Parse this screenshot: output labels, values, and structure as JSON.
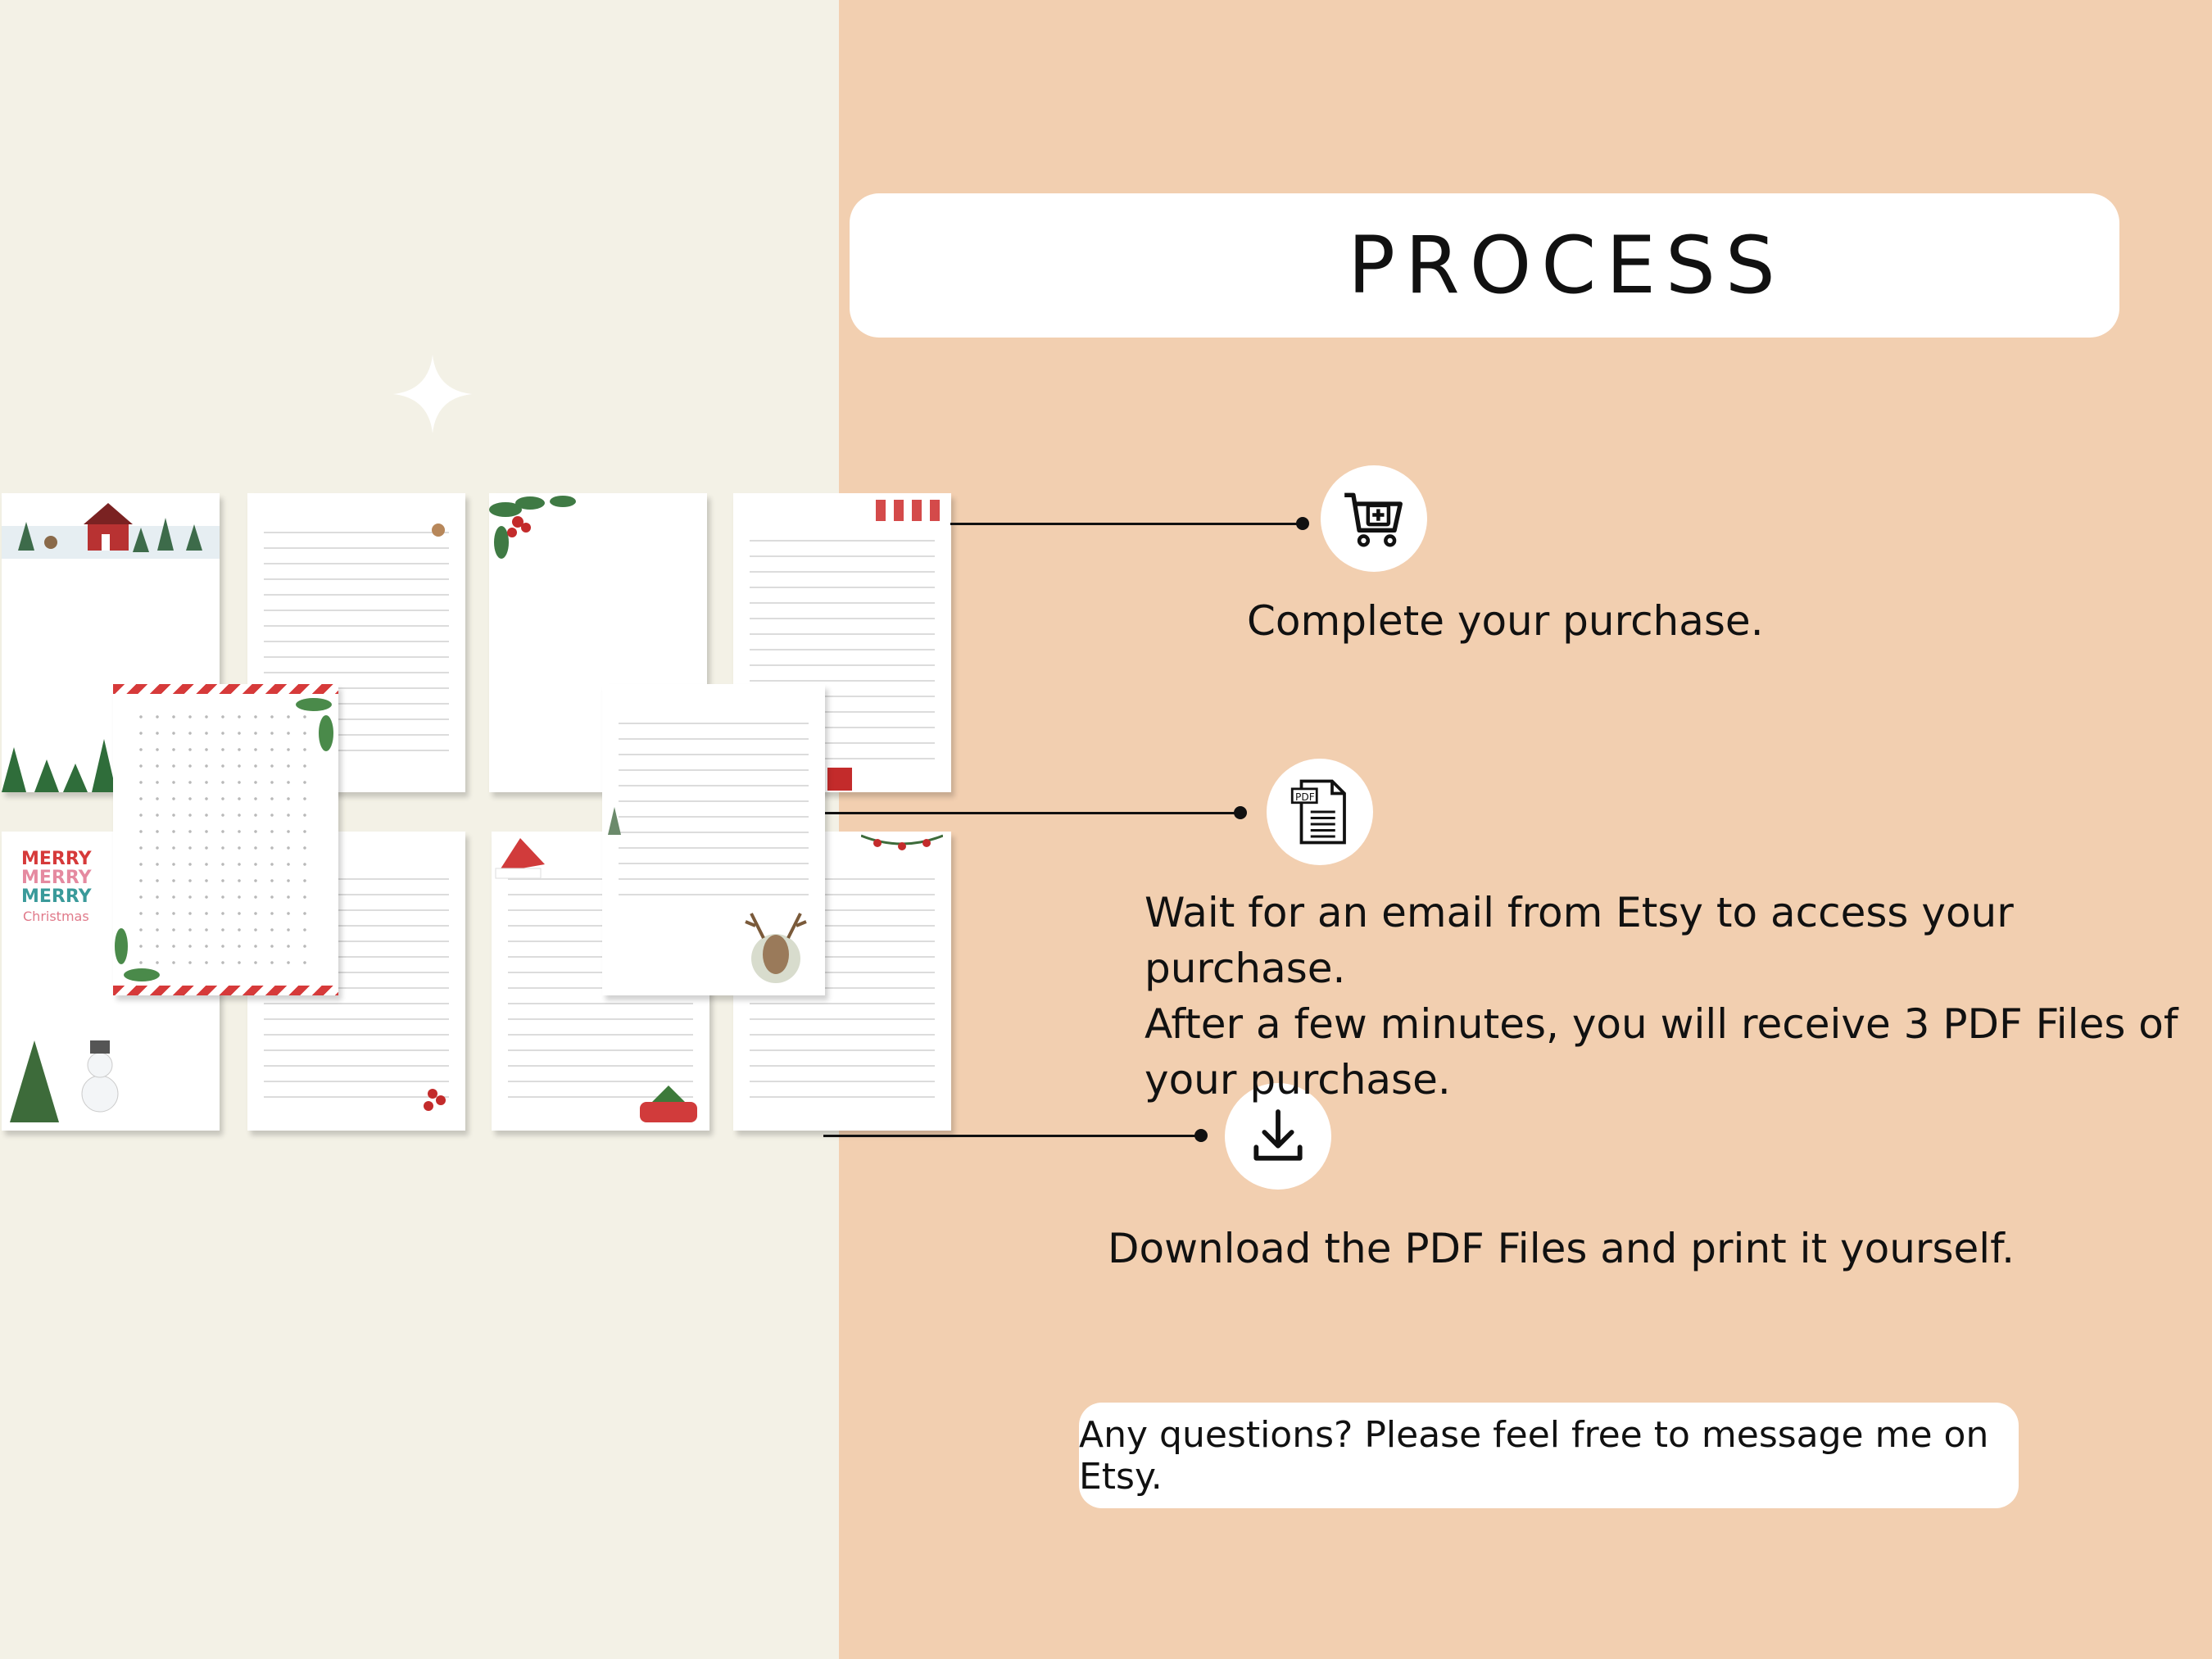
{
  "title": "PROCESS",
  "steps": [
    {
      "icon": "shopping-cart-plus-icon",
      "text": "Complete your purchase."
    },
    {
      "icon": "pdf-file-icon",
      "text_lines": [
        "Wait for an email from Etsy to access your purchase.",
        "After a few minutes, you will receive 3 PDF Files of",
        "your purchase."
      ]
    },
    {
      "icon": "download-icon",
      "text": "Download the PDF Files and print it yourself."
    }
  ],
  "footer": "Any questions? Please feel free to message me on Etsy.",
  "preview_card": {
    "lines": [
      "MERRY",
      "MERRY",
      "MERRY",
      "Christmas"
    ]
  },
  "colors": {
    "left_bg": "#f3f1e6",
    "right_bg": "#f2cfb0",
    "box": "#ffffff",
    "text": "#111111"
  }
}
